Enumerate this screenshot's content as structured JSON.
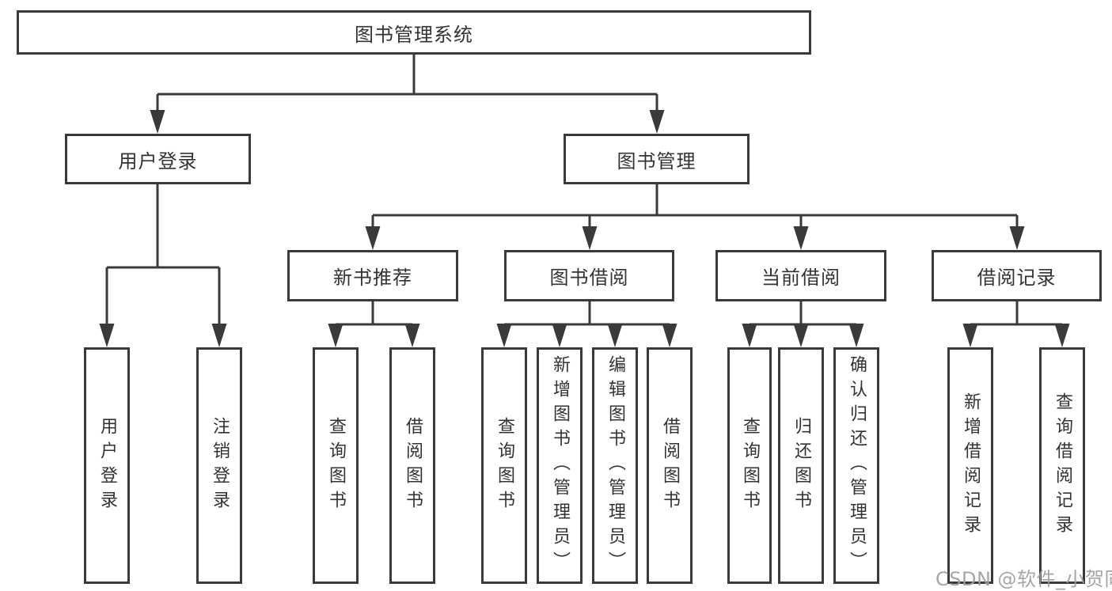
{
  "colors": {
    "line": "#3a3a3a",
    "text": "#333333",
    "background": "#ffffff",
    "watermark": "#9e9e9e"
  },
  "tree": {
    "root": {
      "label": "图书管理系统"
    },
    "branches": [
      {
        "label": "用户登录",
        "children": [
          {
            "label": "用户登录"
          },
          {
            "label": "注销登录"
          }
        ]
      },
      {
        "label": "图书管理",
        "children": [
          {
            "label": "新书推荐",
            "children": [
              {
                "label": "查询图书"
              },
              {
                "label": "借阅图书"
              }
            ]
          },
          {
            "label": "图书借阅",
            "children": [
              {
                "label": "查询图书"
              },
              {
                "label": "新增图书（管理员）"
              },
              {
                "label": "编辑图书（管理员）"
              },
              {
                "label": "借阅图书"
              }
            ]
          },
          {
            "label": "当前借阅",
            "children": [
              {
                "label": "查询图书"
              },
              {
                "label": "归还图书"
              },
              {
                "label": "确认归还（管理员）"
              }
            ]
          },
          {
            "label": "借阅记录",
            "children": [
              {
                "label": "新增借阅记录"
              },
              {
                "label": "查询借阅记录"
              }
            ]
          }
        ]
      }
    ]
  },
  "watermark": {
    "text": "CSDN @软件_小贺同学"
  }
}
